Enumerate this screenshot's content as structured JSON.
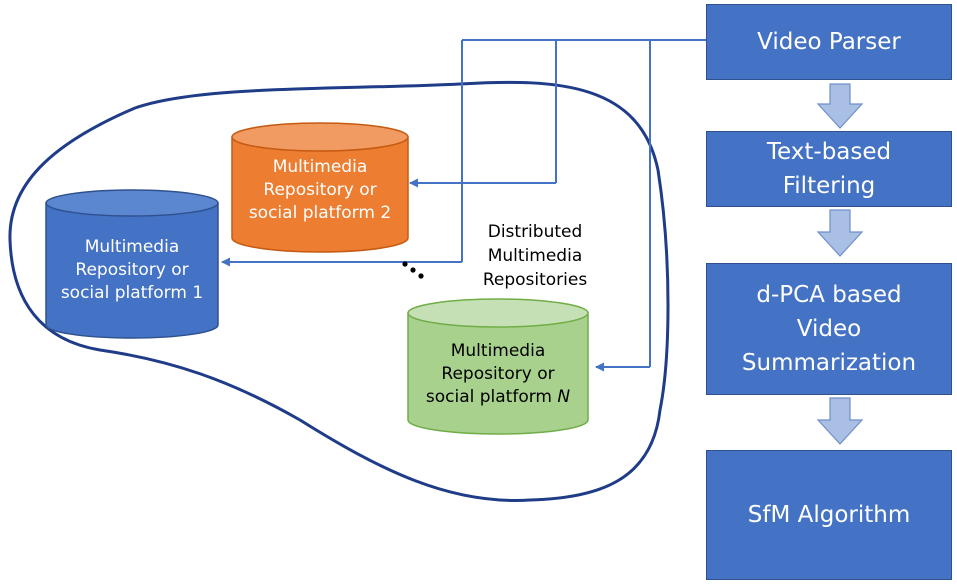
{
  "pipeline": [
    {
      "id": "video-parser",
      "lines": [
        "Video Parser"
      ]
    },
    {
      "id": "text-filtering",
      "lines": [
        "Text-based",
        "Filtering"
      ]
    },
    {
      "id": "dpca",
      "lines": [
        "d-PCA based",
        "Video",
        "Summarization"
      ]
    },
    {
      "id": "sfm",
      "lines": [
        "SfM Algorithm"
      ]
    }
  ],
  "repositories": [
    {
      "id": "repo-1",
      "lines": [
        "Multimedia",
        "Repository or",
        "social platform 1"
      ],
      "color": "#4472c4"
    },
    {
      "id": "repo-2",
      "lines": [
        "Multimedia",
        "Repository or",
        "social platform  2"
      ],
      "color": "#ed7d31"
    },
    {
      "id": "repo-n",
      "lines": [
        "Multimedia",
        "Repository or",
        "social platform "
      ],
      "suffix": "N",
      "color": "#a9d18e"
    }
  ],
  "cloud_label": [
    "Distributed",
    "Multimedia",
    "Repositories"
  ],
  "colors": {
    "box_fill": "#4472c4",
    "arrow_fill": "#a9bfe3",
    "line": "#4472c4",
    "cloud_stroke": "#1f3c88"
  }
}
